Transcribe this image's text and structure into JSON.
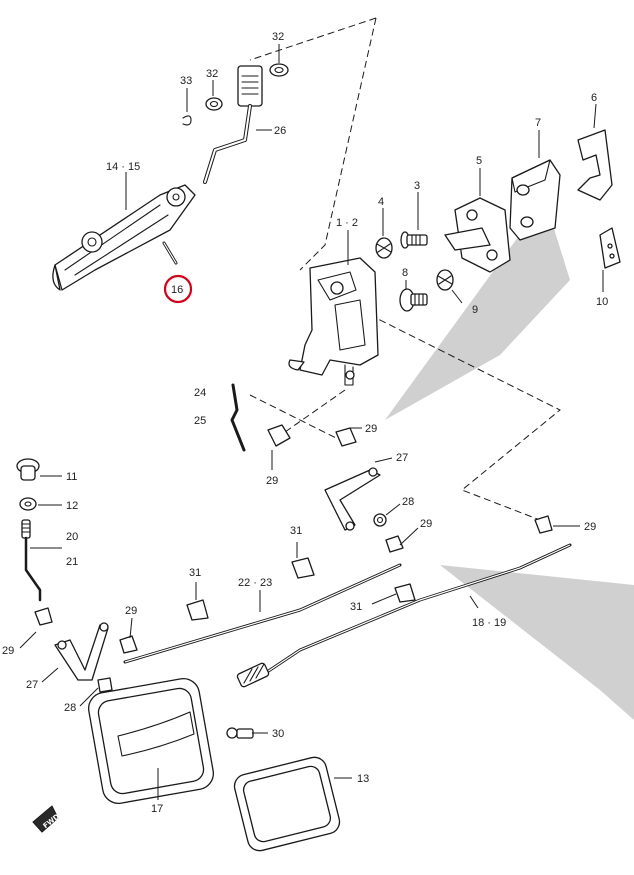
{
  "callouts": {
    "c32a": "32",
    "c33": "33",
    "c32b": "32",
    "c26": "26",
    "c14_15": "14 · 15",
    "c16": "16",
    "c1_2": "1 · 2",
    "c3": "3",
    "c4": "4",
    "c5": "5",
    "c6": "6",
    "c7": "7",
    "c8": "8",
    "c9": "9",
    "c10": "10",
    "c24": "24",
    "c25": "25",
    "c29a": "29",
    "c29b": "29",
    "c27a": "27",
    "c28a": "28",
    "c29c": "29",
    "c29d": "29",
    "c11": "11",
    "c12": "12",
    "c20": "20",
    "c21": "21",
    "c31a": "31",
    "c31b": "31",
    "c22_23": "22 · 23",
    "c31c": "31",
    "c18_19": "18 · 19",
    "c29e": "29",
    "c29f": "29",
    "c27b": "27",
    "c28b": "28",
    "c30": "30",
    "c17": "17",
    "c13": "13"
  },
  "fwd_icon": "forward-arrow-icon",
  "highlight": {
    "part": "16",
    "color": "#d0021b"
  }
}
